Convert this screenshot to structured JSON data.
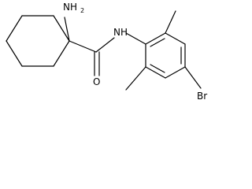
{
  "molecule": {
    "atoms": {
      "amine_n": "NH",
      "amine_sub": "2",
      "amide_nh": "NH",
      "carbonyl_o": "O",
      "bromine": "Br"
    }
  }
}
